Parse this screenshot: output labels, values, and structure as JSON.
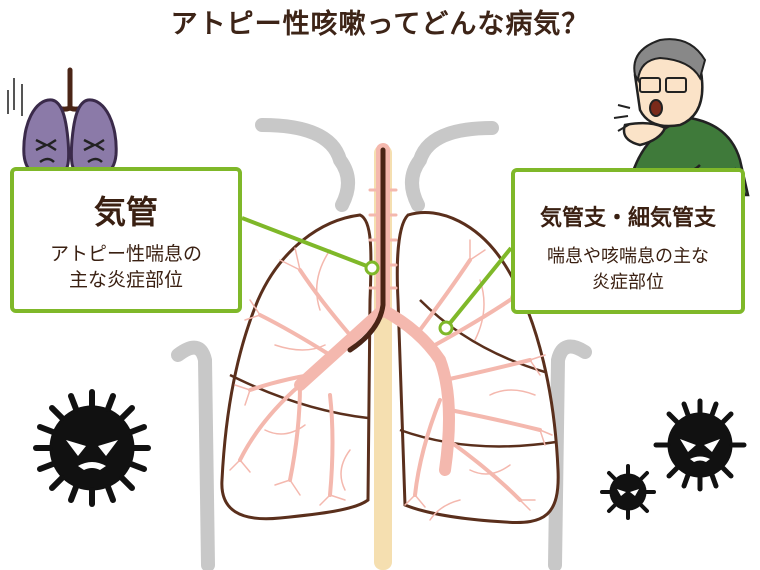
{
  "title": "アトピー性咳嗽ってどんな病気？",
  "labels": {
    "trachea": {
      "title": "気管",
      "desc_line1": "アトピー性喘息の",
      "desc_line2": "主な炎症部位"
    },
    "bronchi": {
      "title": "気管支・細気管支",
      "desc_line1": "喘息や咳喘息の主な",
      "desc_line2": "炎症部位"
    }
  },
  "colors": {
    "accent_green": "#7fb829",
    "title_brown": "#3d2417",
    "lung_outline": "#5a2f1c",
    "vessel_pink": "#f4b8ae",
    "trachea_brown": "#4a2516",
    "virus_black": "#111111",
    "ribcage_gray": "#c8c8c8",
    "spine_beige": "#f5dfb0"
  },
  "icons": [
    "sad-lungs-icon",
    "coughing-man-icon",
    "virus-icon"
  ]
}
